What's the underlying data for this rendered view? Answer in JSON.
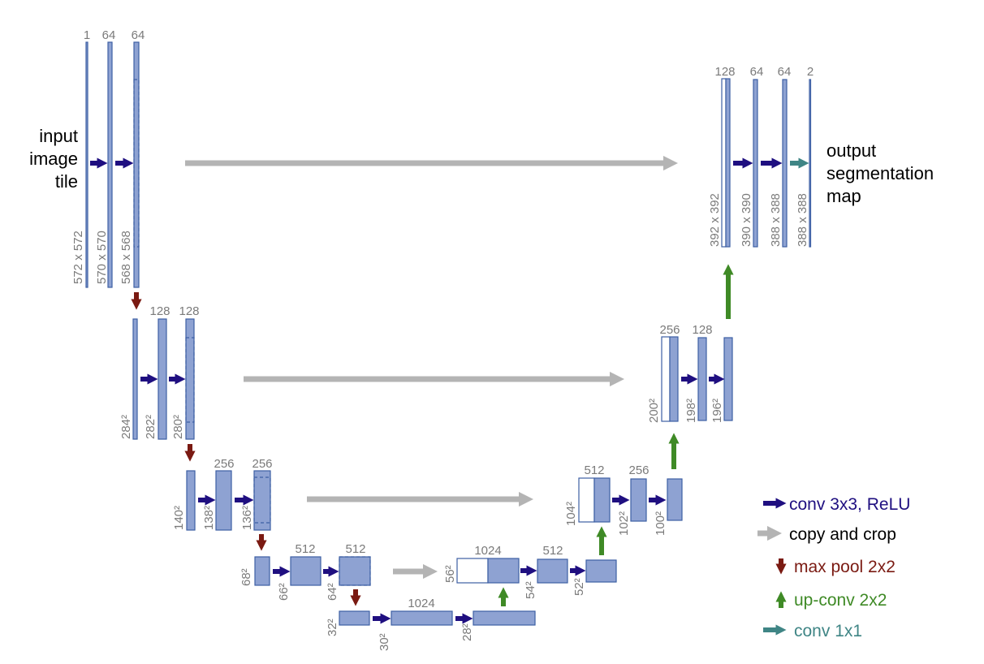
{
  "colors": {
    "block": "#8ea2d2",
    "block_border": "#3d5fa4",
    "conv": "#1f0f80",
    "copy": "#b4b4b4",
    "pool": "#7a1a12",
    "upconv": "#3f8a26",
    "conv1x1": "#3f8585",
    "label_gray": "#7a7a7a"
  },
  "input_label": [
    "input",
    "image",
    "tile"
  ],
  "output_label": [
    "output",
    "segmentation",
    "map"
  ],
  "channels": {
    "l1": [
      "1",
      "64",
      "64"
    ],
    "l2": [
      "128",
      "128"
    ],
    "l3": [
      "256",
      "256"
    ],
    "l4": [
      "512",
      "512"
    ],
    "l5": [
      "1024"
    ],
    "u4": [
      "1024",
      "512"
    ],
    "u3": [
      "512",
      "256"
    ],
    "u2": [
      "256",
      "128"
    ],
    "u1": [
      "128",
      "64",
      "64",
      "2"
    ]
  },
  "sizes": {
    "l1": [
      "572 x 572",
      "570 x 570",
      "568 x 568"
    ],
    "l2": [
      "284²",
      "282²",
      "280²"
    ],
    "l3": [
      "140²",
      "138²",
      "136²"
    ],
    "l4": [
      "68²",
      "66²",
      "64²"
    ],
    "l5": [
      "32²",
      "30²",
      "28²"
    ],
    "u4": [
      "56²",
      "54²",
      "52²"
    ],
    "u3": [
      "104²",
      "102²",
      "100²"
    ],
    "u2": [
      "200²",
      "198²",
      "196²"
    ],
    "u1": [
      "392 x 392",
      "390 x 390",
      "388 x 388",
      "388 x 388"
    ]
  },
  "legend": {
    "conv": "conv 3x3, ReLU",
    "copy": "copy and crop",
    "pool": "max pool 2x2",
    "upconv": "up-conv 2x2",
    "conv1x1": "conv 1x1"
  }
}
